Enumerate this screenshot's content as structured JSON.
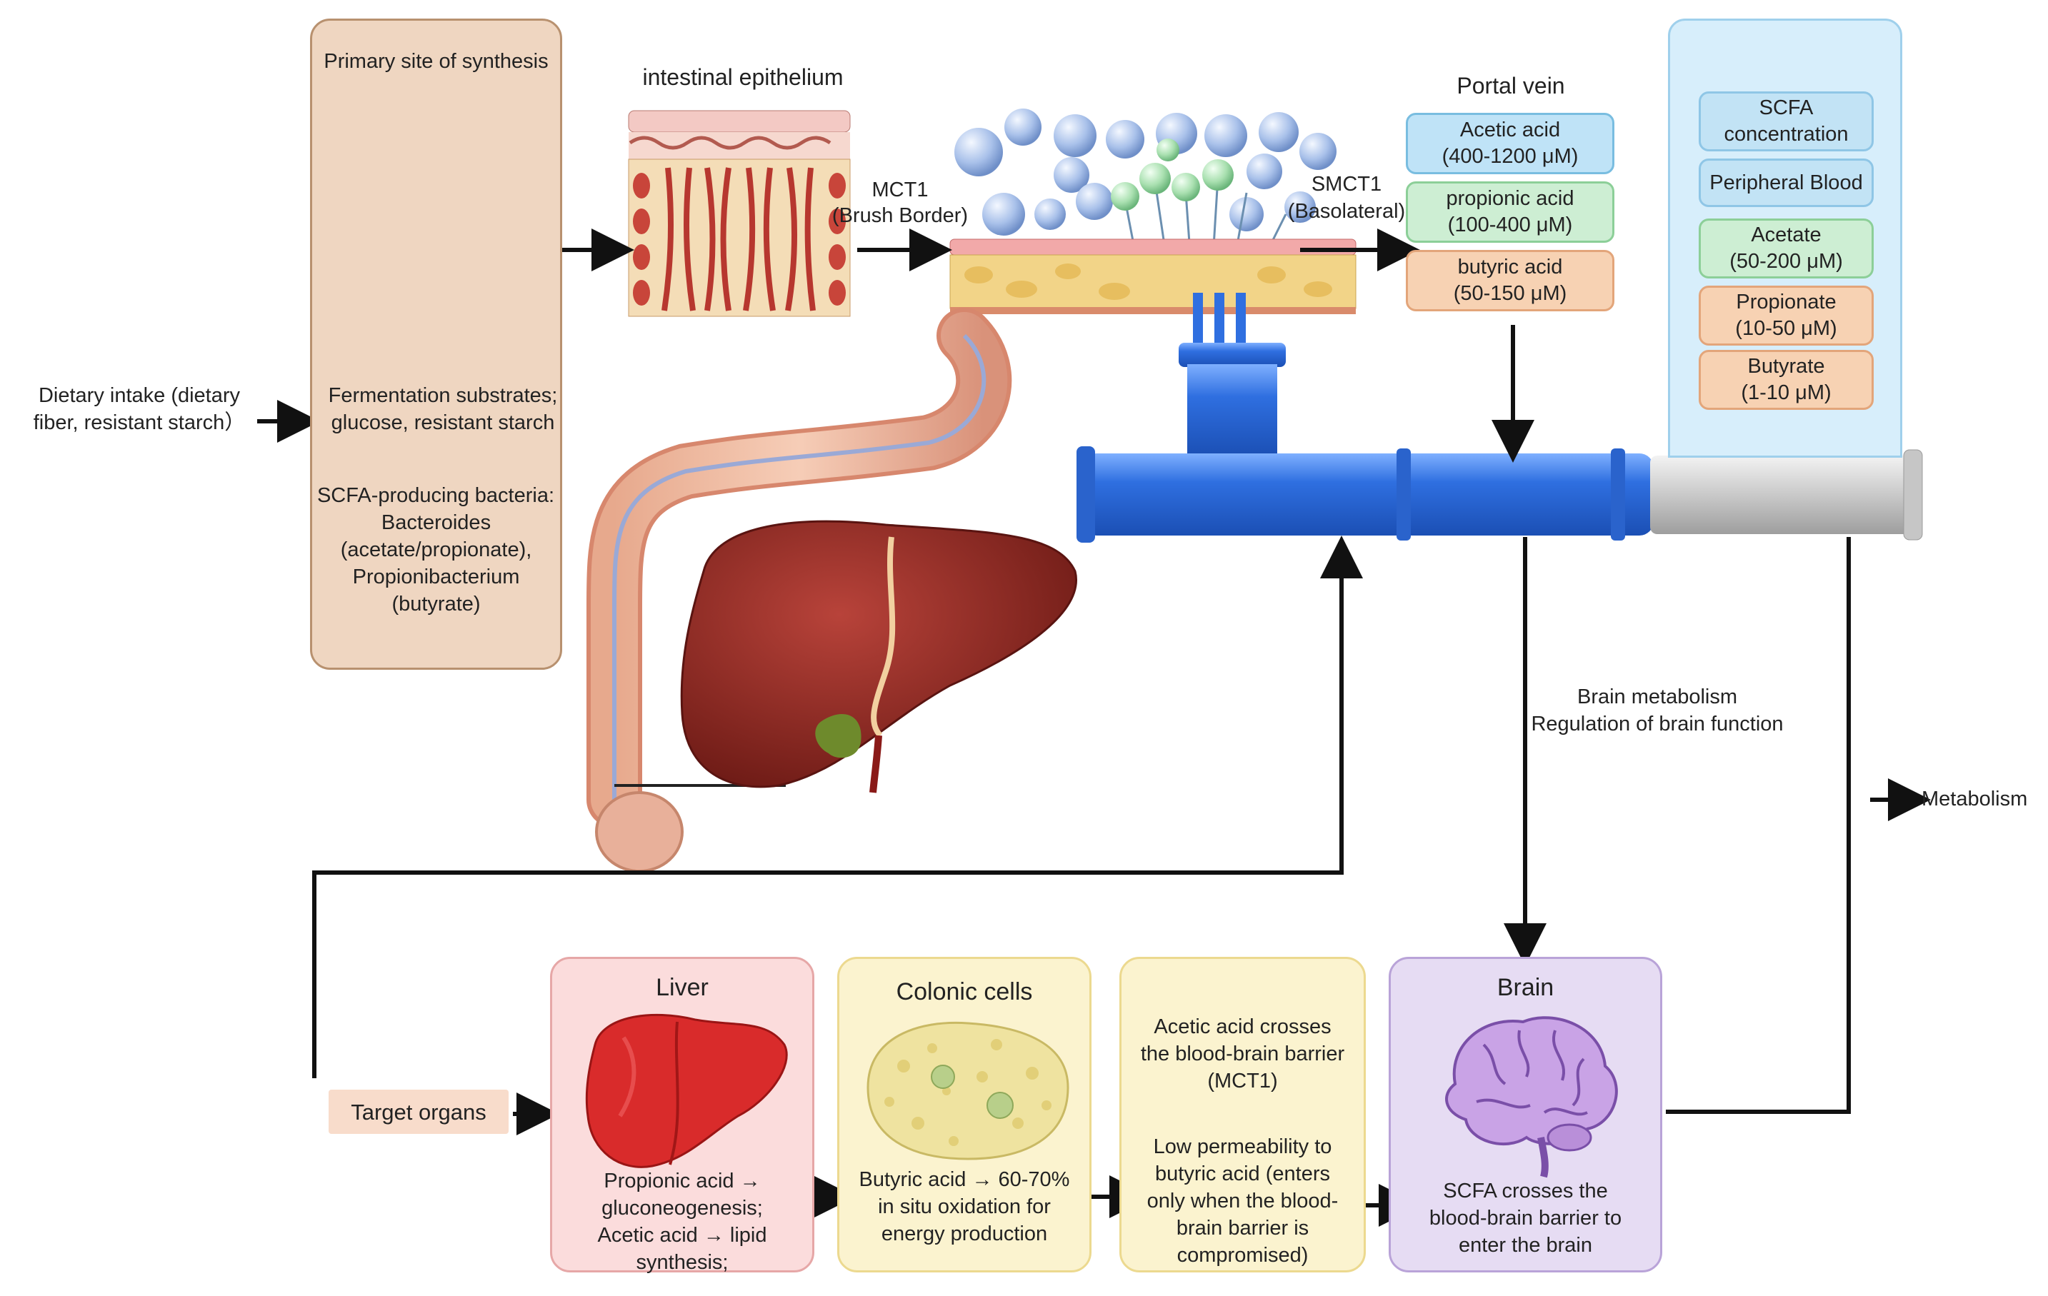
{
  "synthesis_panel": {
    "title": "Primary site of synthesis",
    "substrates_line1": "Fermentation substrates;",
    "substrates_line2": "glucose, resistant starch",
    "bacteria_title": "SCFA-producing bacteria:",
    "bacteria_line1": "Bacteroides",
    "bacteria_line2": "(acetate/propionate),",
    "bacteria_line3": "Propionibacterium",
    "bacteria_line4": "(butyrate)"
  },
  "dietary_intake": {
    "line1": "Dietary intake (dietary",
    "line2": "fiber, resistant starch）"
  },
  "epithelium": {
    "title": "intestinal epithelium"
  },
  "transporters": {
    "mct1_line1": "MCT1",
    "mct1_line2": "(Brush Border)",
    "smct1_line1": "SMCT1",
    "smct1_line2": "(Basolateral)"
  },
  "portal_vein": {
    "title": "Portal vein",
    "items": [
      {
        "line1": "Acetic acid",
        "line2": "(400-1200 μM)",
        "color": "#bfe3f7",
        "border": "#79bde0"
      },
      {
        "line1": "propionic acid",
        "line2": "(100-400 μM)",
        "color": "#cdeed3",
        "border": "#8ccf98"
      },
      {
        "line1": "butyric acid",
        "line2": "(50-150 μM)",
        "color": "#f7d2b3",
        "border": "#e3a57a"
      }
    ]
  },
  "peripheral_panel": {
    "header_line1": "SCFA",
    "header_line2": "concentration",
    "subtitle": "Peripheral Blood",
    "items": [
      {
        "line1": "Acetate",
        "line2": "(50-200 μM)",
        "color": "#cdeed3",
        "border": "#8ccf98"
      },
      {
        "line1": "Propionate",
        "line2": "(10-50 μM)",
        "color": "#f7d2b3",
        "border": "#e3a57a"
      },
      {
        "line1": "Butyrate",
        "line2": "(1-10 μM)",
        "color": "#f7d2b3",
        "border": "#e3a57a"
      }
    ]
  },
  "brain_metabolism": {
    "line1": "Brain metabolism",
    "line2": "Regulation of brain function"
  },
  "metabolism_label": "Metabolism",
  "target_organs_label": "Target organs",
  "liver_card": {
    "title": "Liver",
    "line1": "Propionic acid →",
    "line2": "gluconeogenesis;",
    "line3": "Acetic acid → lipid",
    "line4": "synthesis;"
  },
  "colonic_card": {
    "title": "Colonic cells",
    "line1": "Butyric acid → 60-70%",
    "line2": "in situ oxidation for",
    "line3": "energy production"
  },
  "bbb_card": {
    "line1": "Acetic acid crosses",
    "line2": "the blood-brain barrier",
    "line3": "(MCT1)",
    "line4": "Low permeability to",
    "line5": "butyric acid (enters",
    "line6": "only when the blood-",
    "line7": "brain barrier is",
    "line8": "compromised)"
  },
  "brain_card": {
    "title": "Brain",
    "line1": "SCFA crosses the",
    "line2": "blood-brain barrier to",
    "line3": "enter the brain"
  },
  "colors": {
    "synthesis_bg": "#efd6c1",
    "synthesis_border": "#b8916f",
    "vein_blue": "#2f6fe0",
    "liver_card_bg": "#fbdcdc",
    "colonic_card_bg": "#fbf3cf",
    "bbb_card_bg": "#fbf3cf",
    "brain_card_bg": "#e6dcf3",
    "peripheral_bg": "#d7eefb",
    "target_bg": "#f8dccb"
  },
  "icons": [
    "molecule-icon",
    "epithelium-icon",
    "absorption-icon",
    "portal-vein-pipe-icon",
    "colon-icon",
    "liver-organ-icon",
    "liver-icon",
    "colonic-cell-icon",
    "brain-icon"
  ]
}
